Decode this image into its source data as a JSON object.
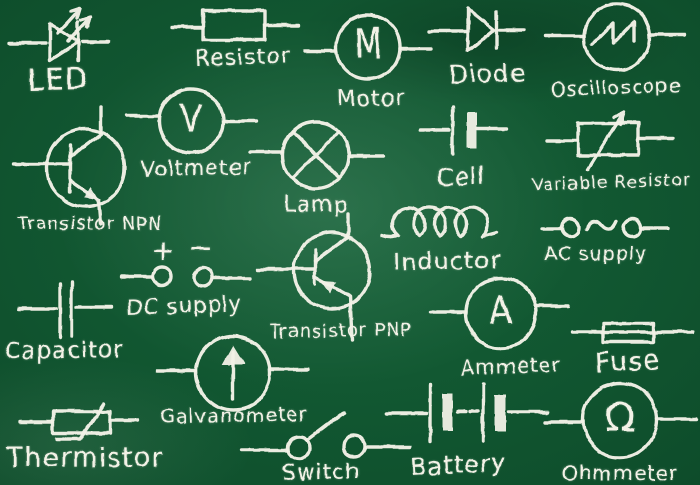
{
  "board": {
    "description": "chalkboard with hand-drawn electrical circuit symbols",
    "chalk_color": "#f3f2e7",
    "bg_center_color": "#156238",
    "bg_mid_color": "#0e4d2b",
    "bg_edge_color": "#07321b"
  },
  "symbols": [
    {
      "id": "led",
      "label": "LED"
    },
    {
      "id": "resistor",
      "label": "Resistor"
    },
    {
      "id": "motor",
      "label": "Motor",
      "letter": "M"
    },
    {
      "id": "diode",
      "label": "Diode"
    },
    {
      "id": "oscilloscope",
      "label": "Oscilloscope"
    },
    {
      "id": "voltmeter",
      "label": "Voltmeter",
      "letter": "V"
    },
    {
      "id": "transistor-npn",
      "label": "Transistor NPN"
    },
    {
      "id": "lamp",
      "label": "Lamp"
    },
    {
      "id": "cell",
      "label": "Cell"
    },
    {
      "id": "variable-resistor",
      "label": "Variable Resistor"
    },
    {
      "id": "inductor",
      "label": "Inductor"
    },
    {
      "id": "ac-supply",
      "label": "AC supply"
    },
    {
      "id": "dc-supply",
      "label": "DC supply",
      "plus_sign": "+",
      "minus_sign": "−"
    },
    {
      "id": "transistor-pnp",
      "label": "Transistor PNP"
    },
    {
      "id": "capacitor",
      "label": "Capacitor"
    },
    {
      "id": "ammeter",
      "label": "Ammeter",
      "letter": "A"
    },
    {
      "id": "fuse",
      "label": "Fuse"
    },
    {
      "id": "galvanometer",
      "label": "Galvanometer"
    },
    {
      "id": "thermistor",
      "label": "Thermistor"
    },
    {
      "id": "switch",
      "label": "Switch"
    },
    {
      "id": "battery",
      "label": "Battery"
    },
    {
      "id": "ohmmeter",
      "label": "Ohmmeter",
      "letter": "Ω"
    }
  ]
}
